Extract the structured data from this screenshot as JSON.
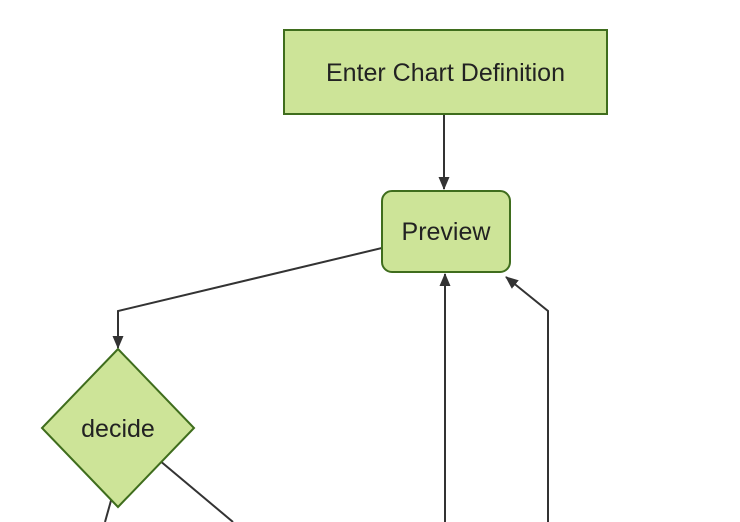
{
  "diagram": {
    "type": "flowchart",
    "direction": "top-down",
    "colors": {
      "background": "#ffffff",
      "node_fill": "#cde498",
      "node_border": "#3f6d1d",
      "edge": "#333333",
      "arrowhead": "#333333",
      "label_text": "#222222"
    },
    "nodes": [
      {
        "id": "A",
        "label": "Enter Chart Definition",
        "shape": "rectangle"
      },
      {
        "id": "B",
        "label": "Preview",
        "shape": "rounded-rectangle"
      },
      {
        "id": "C",
        "label": "decide",
        "shape": "diamond"
      }
    ],
    "edges": [
      {
        "from": "Enter Chart Definition",
        "to": "Preview",
        "arrowhead": true
      },
      {
        "from": "Preview",
        "to": "decide",
        "arrowhead": true
      },
      {
        "from": "decide",
        "to": "offscreen-bottom-left",
        "arrowhead": false
      },
      {
        "from": "decide",
        "to": "offscreen-bottom-right",
        "arrowhead": false
      },
      {
        "from": "offscreen-bottom",
        "to": "Preview",
        "arrowhead": true
      },
      {
        "from": "offscreen-bottom-right",
        "to": "Preview",
        "arrowhead": true
      }
    ]
  }
}
